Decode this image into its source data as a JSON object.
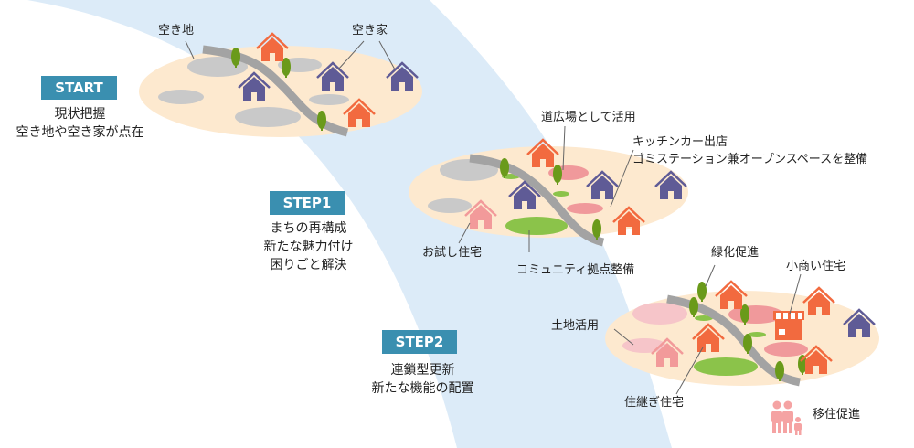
{
  "stages": [
    {
      "badge": "START",
      "lines": [
        "現状把握",
        "空き地や空き家が点在"
      ]
    },
    {
      "badge": "STEP1",
      "lines": [
        "まちの再構成",
        "新たな魅力付け",
        "困りごと解決"
      ]
    },
    {
      "badge": "STEP2",
      "lines": [
        "連鎖型更新",
        "新たな機能の配置"
      ]
    }
  ],
  "labels": {
    "vacant_land": "空き地",
    "vacant_house": "空き家",
    "road_plaza": "道広場として活用",
    "kitchen_car_1": "キッチンカー出店",
    "kitchen_car_2": "ゴミステーション兼オープンスペースを整備",
    "trial_house": "お試し住宅",
    "community_hub": "コミュニティ拠点整備",
    "greening": "緑化促進",
    "shop_house": "小商い住宅",
    "land_use": "土地活用",
    "inherited_house": "住継ぎ住宅",
    "migration": "移住促進"
  },
  "colors": {
    "badge": "#3a8fb0",
    "band": "#dcebf8",
    "ground": "#fde9cf",
    "vacant_house": "#5f5b96",
    "house": "#f26a3f",
    "trial_house": "#f29a9a",
    "tree": "#6a9a1a",
    "road": "#a3a3a3"
  }
}
